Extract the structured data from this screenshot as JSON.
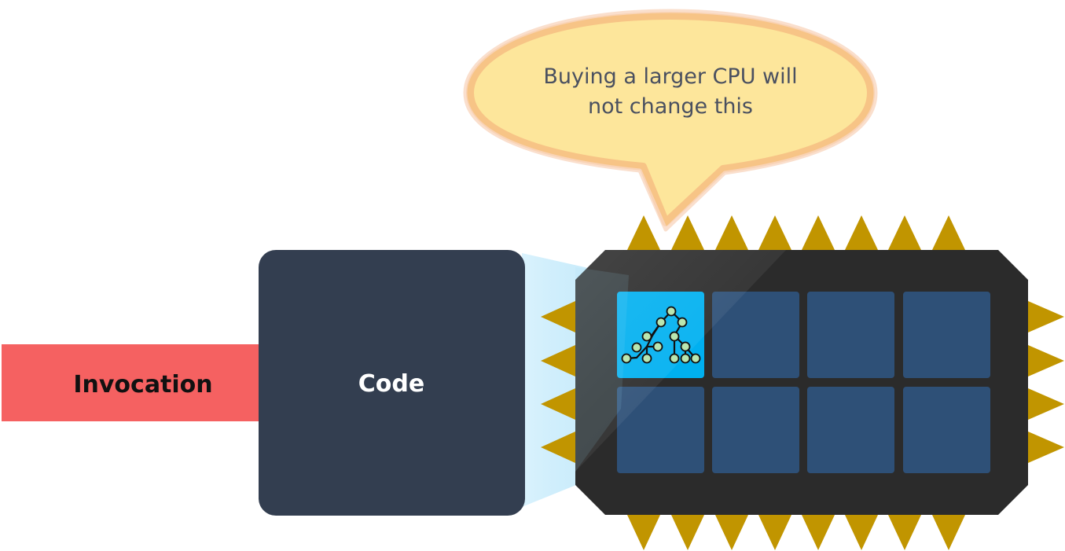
{
  "invocation": {
    "label": "Invocation",
    "color": "#f56161"
  },
  "code": {
    "label": "Code",
    "color": "#333e50"
  },
  "callout": {
    "lines": [
      "Buying a larger CPU will",
      "not change this"
    ],
    "fill": "#fde69b",
    "outline": "#f7c486",
    "text_color": "#4a5060"
  },
  "cpu": {
    "body_color": "#2b2b2b",
    "pin_color": "#c19500",
    "core_color": "#2e5077",
    "active_core_color": "#00b0f0",
    "core_count": 8,
    "active_core_icon": "tree-graph-icon"
  }
}
